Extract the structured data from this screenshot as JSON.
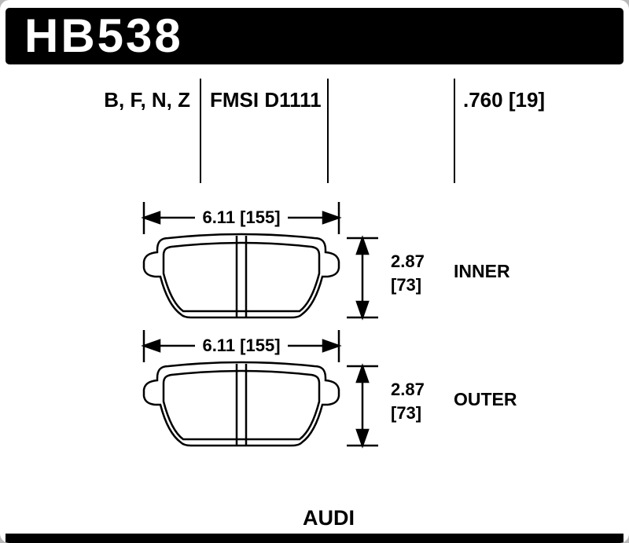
{
  "title_bar": {
    "part_number": "HB538"
  },
  "spec_row": {
    "compounds": "B, F, N, Z",
    "fmsi": "FMSI D1111",
    "thickness": ".760 [19]"
  },
  "diagrams": {
    "inner": {
      "label": "INNER",
      "width": "6.11 [155]",
      "height_value": "2.87",
      "height_bracket": "[73]"
    },
    "outer": {
      "label": "OUTER",
      "width": "6.11 [155]",
      "height_value": "2.87",
      "height_bracket": "[73]"
    }
  },
  "footer": {
    "make": "AUDI"
  },
  "colors": {
    "bar_background": "#000000",
    "bar_text": "#ffffff",
    "ink": "#000000",
    "paper": "#ffffff"
  }
}
